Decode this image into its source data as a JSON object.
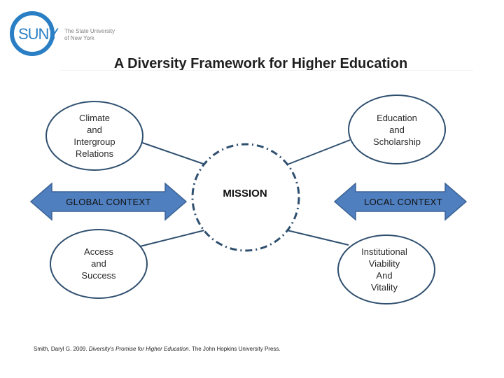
{
  "logo": {
    "wordmark": "SUNY",
    "tagline_line1": "The State University",
    "tagline_line2": "of New York"
  },
  "title": "A Diversity Framework for Higher Education",
  "nodes": {
    "climate": [
      "Climate",
      "and",
      "Intergroup",
      "Relations"
    ],
    "education": [
      "Education",
      "and",
      "Scholarship"
    ],
    "access": [
      "Access",
      "and",
      "Success"
    ],
    "institutional": [
      "Institutional",
      "Viability",
      "And",
      "Vitality"
    ]
  },
  "center": {
    "label": "MISSION"
  },
  "arrows": {
    "global": "GLOBAL CONTEXT",
    "local": "LOCAL CONTEXT"
  },
  "citation": {
    "prefix": "Smith, Daryl G. 2009. ",
    "book_title": "Diversity's Promise for Higher Education",
    "suffix": ".  The John Hopkins University Press."
  },
  "colors": {
    "node_fill": "#ffffff",
    "node_border": "#2f4f6f",
    "arrow_fill": "#4f7fbf",
    "arrow_border": "#3d6496",
    "center_border": "#2f4f6f",
    "brand": "#2a7fc4"
  }
}
